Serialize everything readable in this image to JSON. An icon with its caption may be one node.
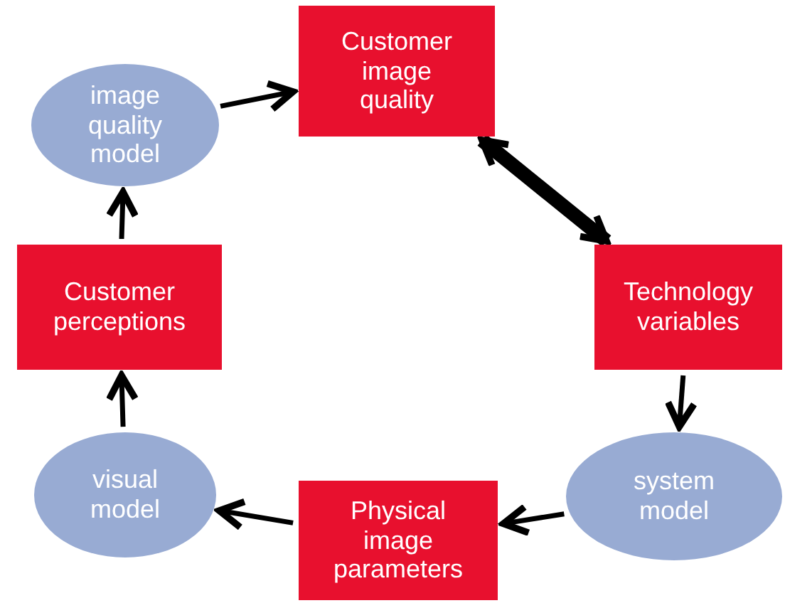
{
  "diagram": {
    "nodes": [
      {
        "text": [
          "image quality model"
        ]
      },
      {
        "text": [
          "Customer image quality"
        ]
      },
      {
        "text": [
          "Technology variables"
        ]
      },
      {
        "text": [
          "system model"
        ]
      },
      {
        "text": [
          "Physical image parameters"
        ]
      },
      {
        "text": [
          "visual model"
        ]
      },
      {
        "text": [
          "Customer perceptions"
        ]
      }
    ],
    "edges": [
      {
        "from": 0,
        "to": 1,
        "arrow": "to"
      },
      {
        "from": 1,
        "to": 2,
        "arrow": "both",
        "style": "thick"
      },
      {
        "from": 2,
        "to": 3,
        "arrow": "to"
      },
      {
        "from": 3,
        "to": 4,
        "arrow": "to"
      },
      {
        "from": 4,
        "to": 5,
        "arrow": "to"
      },
      {
        "from": 5,
        "to": 6,
        "arrow": "to"
      },
      {
        "from": 6,
        "to": 0,
        "arrow": "to"
      }
    ]
  }
}
